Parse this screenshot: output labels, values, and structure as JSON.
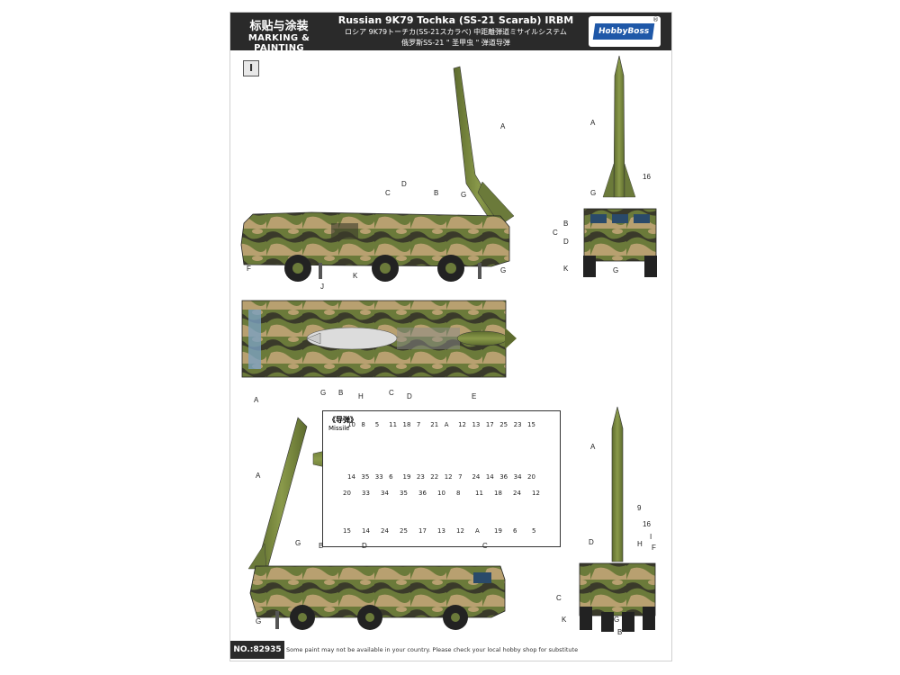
{
  "header": {
    "cn_title": "标贴与涂装",
    "en_title": "MARKING & PAINTING",
    "main_title": "Russian 9K79 Tochka (SS-21 Scarab) IRBM",
    "jp_title": "ロシア 9K79トーチカ(SS-21スカラベ) 中距離弾道ミサイルシステム",
    "cn_subtitle": "俄罗斯SS-21 \" 圣甲虫 \" 弹道导弹",
    "brand": "HobbyBoss",
    "brand_reg": "®"
  },
  "section": "I",
  "inset": {
    "title": "《导弹》",
    "subtitle": "Missile"
  },
  "footer": {
    "number": "NO.:82935",
    "note": "Some paint may not be available in your country. Please check your local hobby shop for substitute"
  },
  "colors": {
    "camo_green": "#6b7a3a",
    "camo_dark": "#3a3a2a",
    "camo_tan": "#b8a070",
    "missile_green": "#7a8a40",
    "header_bg": "#2a2a2a",
    "brand_blue": "#1f58a8"
  },
  "labels": {
    "side_top": [
      "A",
      "C",
      "D",
      "B",
      "G",
      "F",
      "K",
      "G"
    ],
    "front_top": [
      "A",
      "16",
      "G",
      "B",
      "C",
      "D",
      "K",
      "G"
    ],
    "top_view": [
      "J",
      "A",
      "G",
      "B",
      "H",
      "C",
      "D",
      "E"
    ],
    "side_bottom": [
      "A",
      "G",
      "B",
      "D",
      "C",
      "G"
    ],
    "rear_bottom": [
      "A",
      "9",
      "16",
      "I",
      "D",
      "H",
      "F",
      "C",
      "K",
      "G",
      "B"
    ],
    "missile_upper": [
      "10",
      "8",
      "5",
      "11",
      "18",
      "7",
      "21",
      "A",
      "12",
      "13",
      "17",
      "25",
      "23",
      "15",
      "14",
      "35",
      "33",
      "6",
      "19",
      "23",
      "22",
      "12",
      "7",
      "24",
      "14",
      "36",
      "34",
      "20"
    ],
    "missile_lower": [
      "15",
      "14",
      "24",
      "25",
      "17",
      "13",
      "12",
      "A",
      "19",
      "6",
      "5",
      "20",
      "33",
      "34",
      "35",
      "36",
      "10",
      "8",
      "11",
      "18",
      "24",
      "12"
    ]
  }
}
